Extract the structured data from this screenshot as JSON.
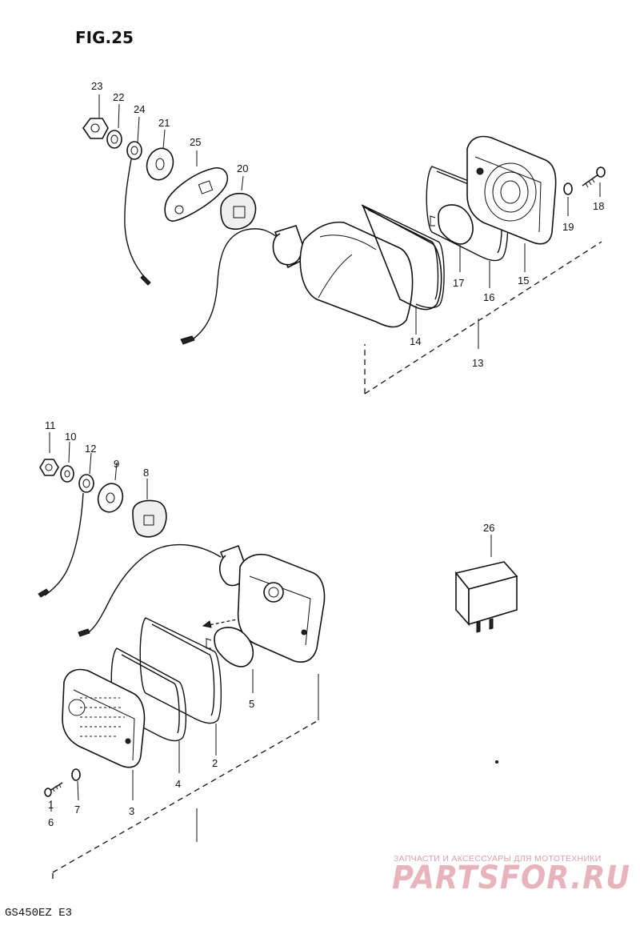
{
  "figure": {
    "title": "FIG.25",
    "model": "GS450EZ E3"
  },
  "callouts": {
    "p1": "1",
    "p2": "2",
    "p3": "3",
    "p4": "4",
    "p5": "5",
    "p6": "6",
    "p7": "7",
    "p8": "8",
    "p9": "9",
    "p10": "10",
    "p11": "11",
    "p12": "12",
    "p13": "13",
    "p14": "14",
    "p15": "15",
    "p16": "16",
    "p17": "17",
    "p18": "18",
    "p19": "19",
    "p20": "20",
    "p21": "21",
    "p22": "22",
    "p23": "23",
    "p24": "24",
    "p25": "25",
    "p26": "26"
  },
  "watermark": {
    "tagline": "ЗАПЧАСТИ И АКСЕССУАРЫ ДЛЯ МОТОТЕХНИКИ",
    "brand": "PARTSFOR.RU"
  }
}
